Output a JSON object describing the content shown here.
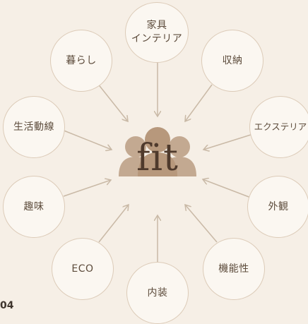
{
  "center": {
    "logo_text": "fit"
  },
  "nodes": [
    {
      "id": "kagu",
      "label": "家具\nインテリア"
    },
    {
      "id": "shuno",
      "label": "収納"
    },
    {
      "id": "exterior",
      "label": "エクステリア"
    },
    {
      "id": "gaikan",
      "label": "外観"
    },
    {
      "id": "kinousei",
      "label": "機能性"
    },
    {
      "id": "naisou",
      "label": "内装"
    },
    {
      "id": "eco",
      "label": "ECO"
    },
    {
      "id": "shumi",
      "label": "趣味"
    },
    {
      "id": "seikatsu",
      "label": "生活動線"
    },
    {
      "id": "kurashi",
      "label": "暮らし"
    }
  ],
  "page_number": "04",
  "colors": {
    "background": "#f6efe6",
    "circle_border": "#dccbb8",
    "arrow": "#c9b9a6",
    "people_icon": "#b7987c",
    "logo_text": "#4f3a2c"
  }
}
